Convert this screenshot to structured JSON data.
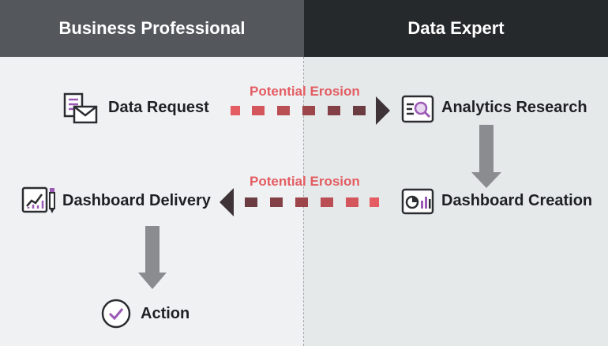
{
  "headers": {
    "left": "Business Professional",
    "right": "Data Expert"
  },
  "nodes": {
    "data_request": "Data Request",
    "analytics_research": "Analytics Research",
    "dashboard_creation": "Dashboard Creation",
    "dashboard_delivery": "Dashboard Delivery",
    "action": "Action"
  },
  "connectors": {
    "top_label": "Potential Erosion",
    "bottom_label": "Potential Erosion"
  },
  "colors": {
    "header_left": "#54585d",
    "header_right": "#26292c",
    "erosion_red": "#e35d62",
    "dash_dark": "#6b3d42",
    "accent_purple": "#9b59b6",
    "arrow_gray": "#8a8c8f"
  }
}
